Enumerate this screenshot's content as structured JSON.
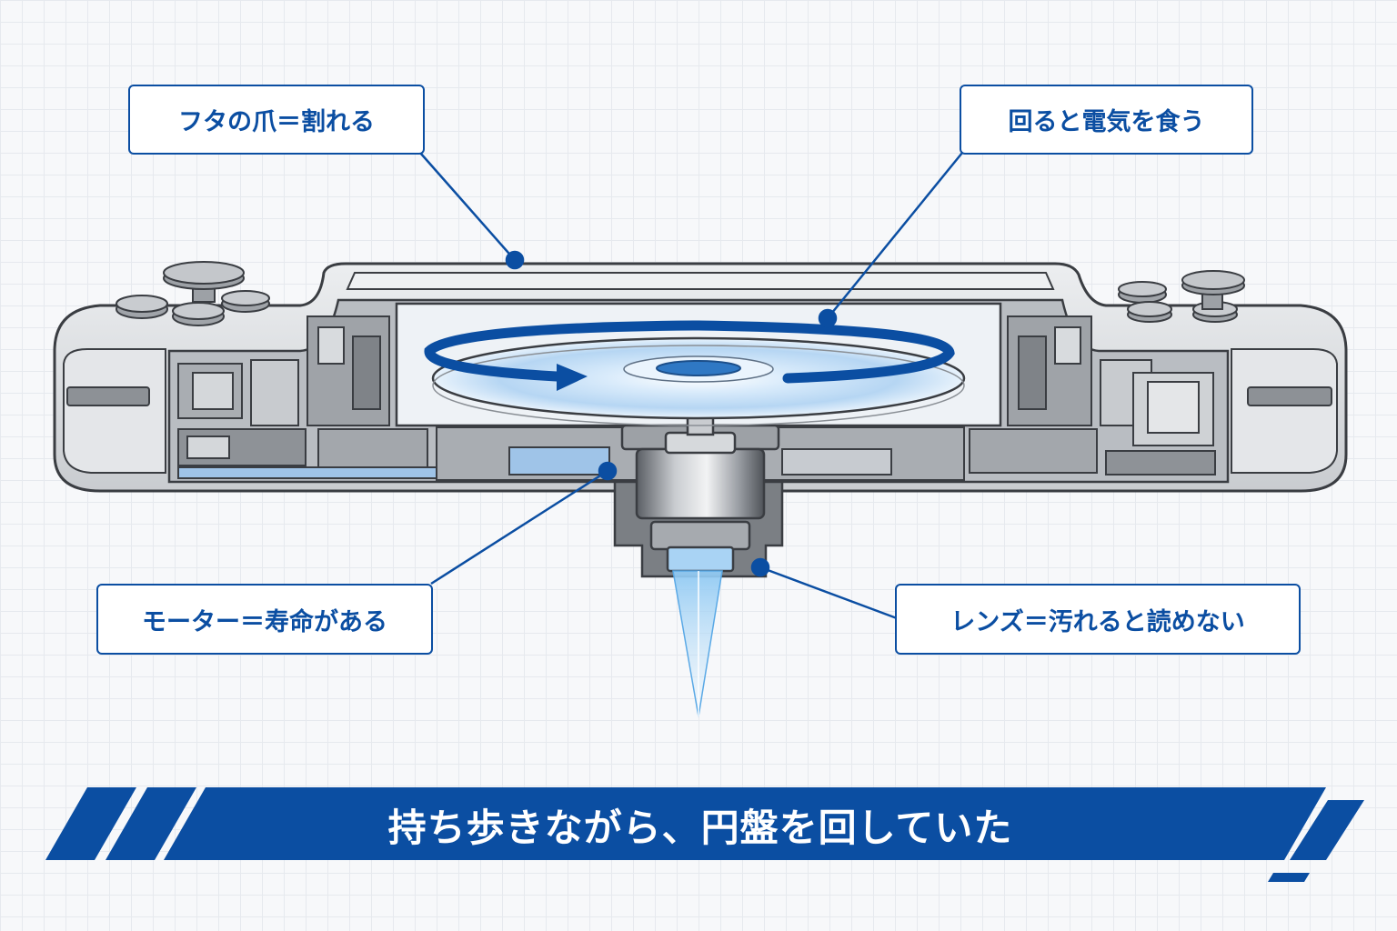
{
  "callouts": {
    "lid_claw": "フタの爪＝割れる",
    "power_draw": "回ると電気を食う",
    "motor_life": "モーター＝寿命がある",
    "lens_dirt": "レンズ＝汚れると読めない"
  },
  "banner": {
    "text": "持ち歩きながら、円盤を回していた"
  },
  "colors": {
    "accent_blue": "#0b4ea2",
    "line_dark": "#3a3d42",
    "body_gray": "#d7d9dc",
    "inner_gray": "#bfc3c8",
    "disc_light_blue": "#b9d8f3",
    "laser_blue": "#7fc0ef"
  },
  "icons": {
    "rotation_arrow": "rotation-arrow-icon"
  }
}
